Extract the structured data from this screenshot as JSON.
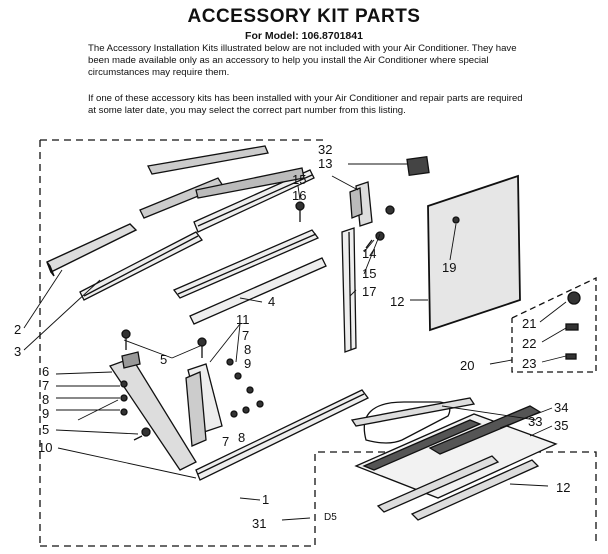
{
  "header": {
    "title": "ACCESSORY KIT PARTS",
    "model_line": "For Model: 106.8701841"
  },
  "intro": {
    "paragraph1": "The Accessory Installation Kits illustrated below are not included with your Air Conditioner. They have been made available only as an accessory to help you install the Air Conditioner where special circumstances may require them.",
    "paragraph2": "If one of these accessory kits has been installed with your Air Conditioner and repair parts are required at some later date, you may select the correct part number from this listing."
  },
  "callouts": {
    "c1": "1",
    "c2": "2",
    "c3": "3",
    "c4": "4",
    "c5a": "5",
    "c5b": "5",
    "c6": "6",
    "c7a": "7",
    "c7b": "7",
    "c7c": "7",
    "c8a": "8",
    "c8b": "8",
    "c8c": "8",
    "c9a": "9",
    "c9b": "9",
    "c10": "10",
    "c11": "11",
    "c12a": "12",
    "c12b": "12",
    "c13": "13",
    "c14": "14",
    "c15a": "15",
    "c15b": "15",
    "c16": "16",
    "c17": "17",
    "c19": "19",
    "c20": "20",
    "c21": "21",
    "c22": "22",
    "c23": "23",
    "c31": "31",
    "c32": "32",
    "c33": "33",
    "c34": "34",
    "c35": "35",
    "ds": "D5"
  }
}
